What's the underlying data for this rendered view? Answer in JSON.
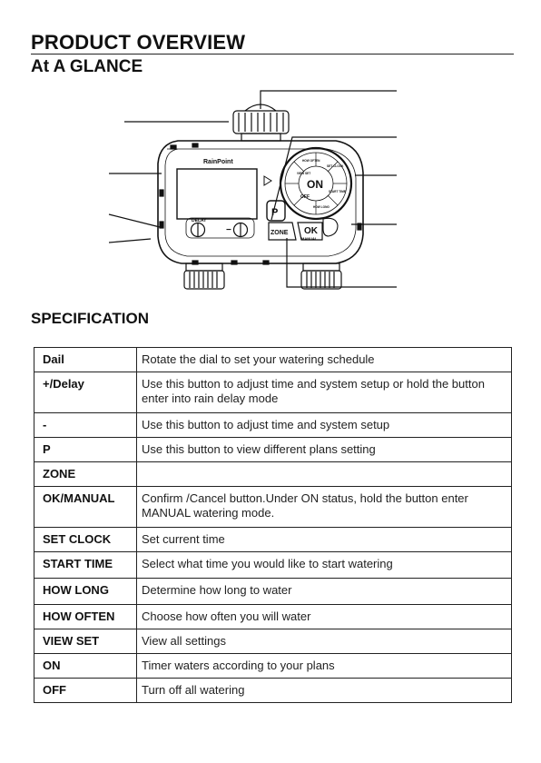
{
  "header": {
    "title": "PRODUCT OVERVIEW",
    "subtitle": "At A GLANCE"
  },
  "device": {
    "brand": "RainPoint",
    "label_delay": "DELAY",
    "minus_sign": "−",
    "p_button": "P",
    "zone_button": "ZONE",
    "ok_button": "OK",
    "manual_label": "MANUAL",
    "dial_on": "ON",
    "dial_off": "OFF",
    "dial_how_often": "HOW OFTEN",
    "dial_view_set": "VIEW SET",
    "dial_set_clock": "SET CLOCK",
    "dial_start_time": "START TIME",
    "dial_how_long": "HOW LONG"
  },
  "spec_section": {
    "title": "SPECIFICATION",
    "rows": [
      {
        "key": "Dail",
        "value": "Rotate the dial to set your watering schedule"
      },
      {
        "key": "+/Delay",
        "value": "Use this button to adjust time and system setup or hold the button enter into rain delay mode"
      },
      {
        "key": "-",
        "value": "Use this button to adjust time and system setup"
      },
      {
        "key": "P",
        "value": "Use this button to view different plans setting"
      },
      {
        "key": "ZONE",
        "value": ""
      },
      {
        "key": "OK/MANUAL",
        "value": "Confirm /Cancel button.Under ON status, hold the button enter MANUAL watering mode."
      },
      {
        "key": "SET CLOCK",
        "value": "Set current time"
      },
      {
        "key": "START TIME",
        "value": "Select what time you would like to start watering"
      },
      {
        "key": "HOW LONG",
        "value": "Determine how long to water"
      },
      {
        "key": "HOW OFTEN",
        "value": "Choose how often you will water"
      },
      {
        "key": "VIEW SET",
        "value": "View all settings"
      },
      {
        "key": "ON",
        "value": "Timer waters according to your plans"
      },
      {
        "key": "OFF",
        "value": "Turn off all watering"
      }
    ]
  }
}
